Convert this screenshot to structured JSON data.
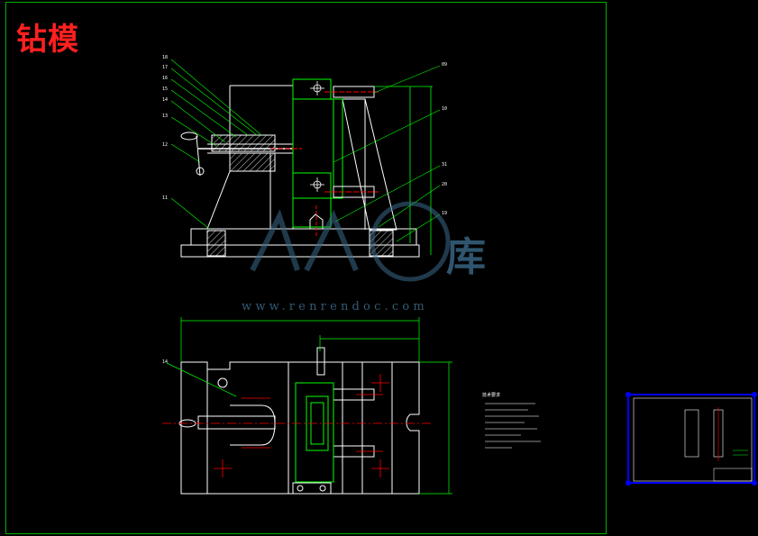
{
  "title": "钻模",
  "watermark": {
    "brand": "人人文库",
    "url": "www.renrendoc.com"
  },
  "colors": {
    "background": "#000000",
    "frame": "#00b000",
    "title": "#ff2020",
    "outline": "#ffffff",
    "part": "#00ff00",
    "center_line": "#ff0000",
    "leader": "#00ff00",
    "preview_frame": "#0000ff",
    "watermark": "#3b6b8a"
  },
  "front_view": {
    "balloons": [
      "18",
      "17",
      "16",
      "15",
      "14",
      "13",
      "12",
      "11",
      "09",
      "10",
      "31",
      "20",
      "19"
    ]
  },
  "top_view": {
    "balloons": [
      "14"
    ],
    "dimension_overall": "—",
    "dimension_partial": "—"
  },
  "technical_notes": {
    "heading": "技术要求",
    "lines": 8
  },
  "thumbnail": {
    "label": "preview sheet"
  }
}
